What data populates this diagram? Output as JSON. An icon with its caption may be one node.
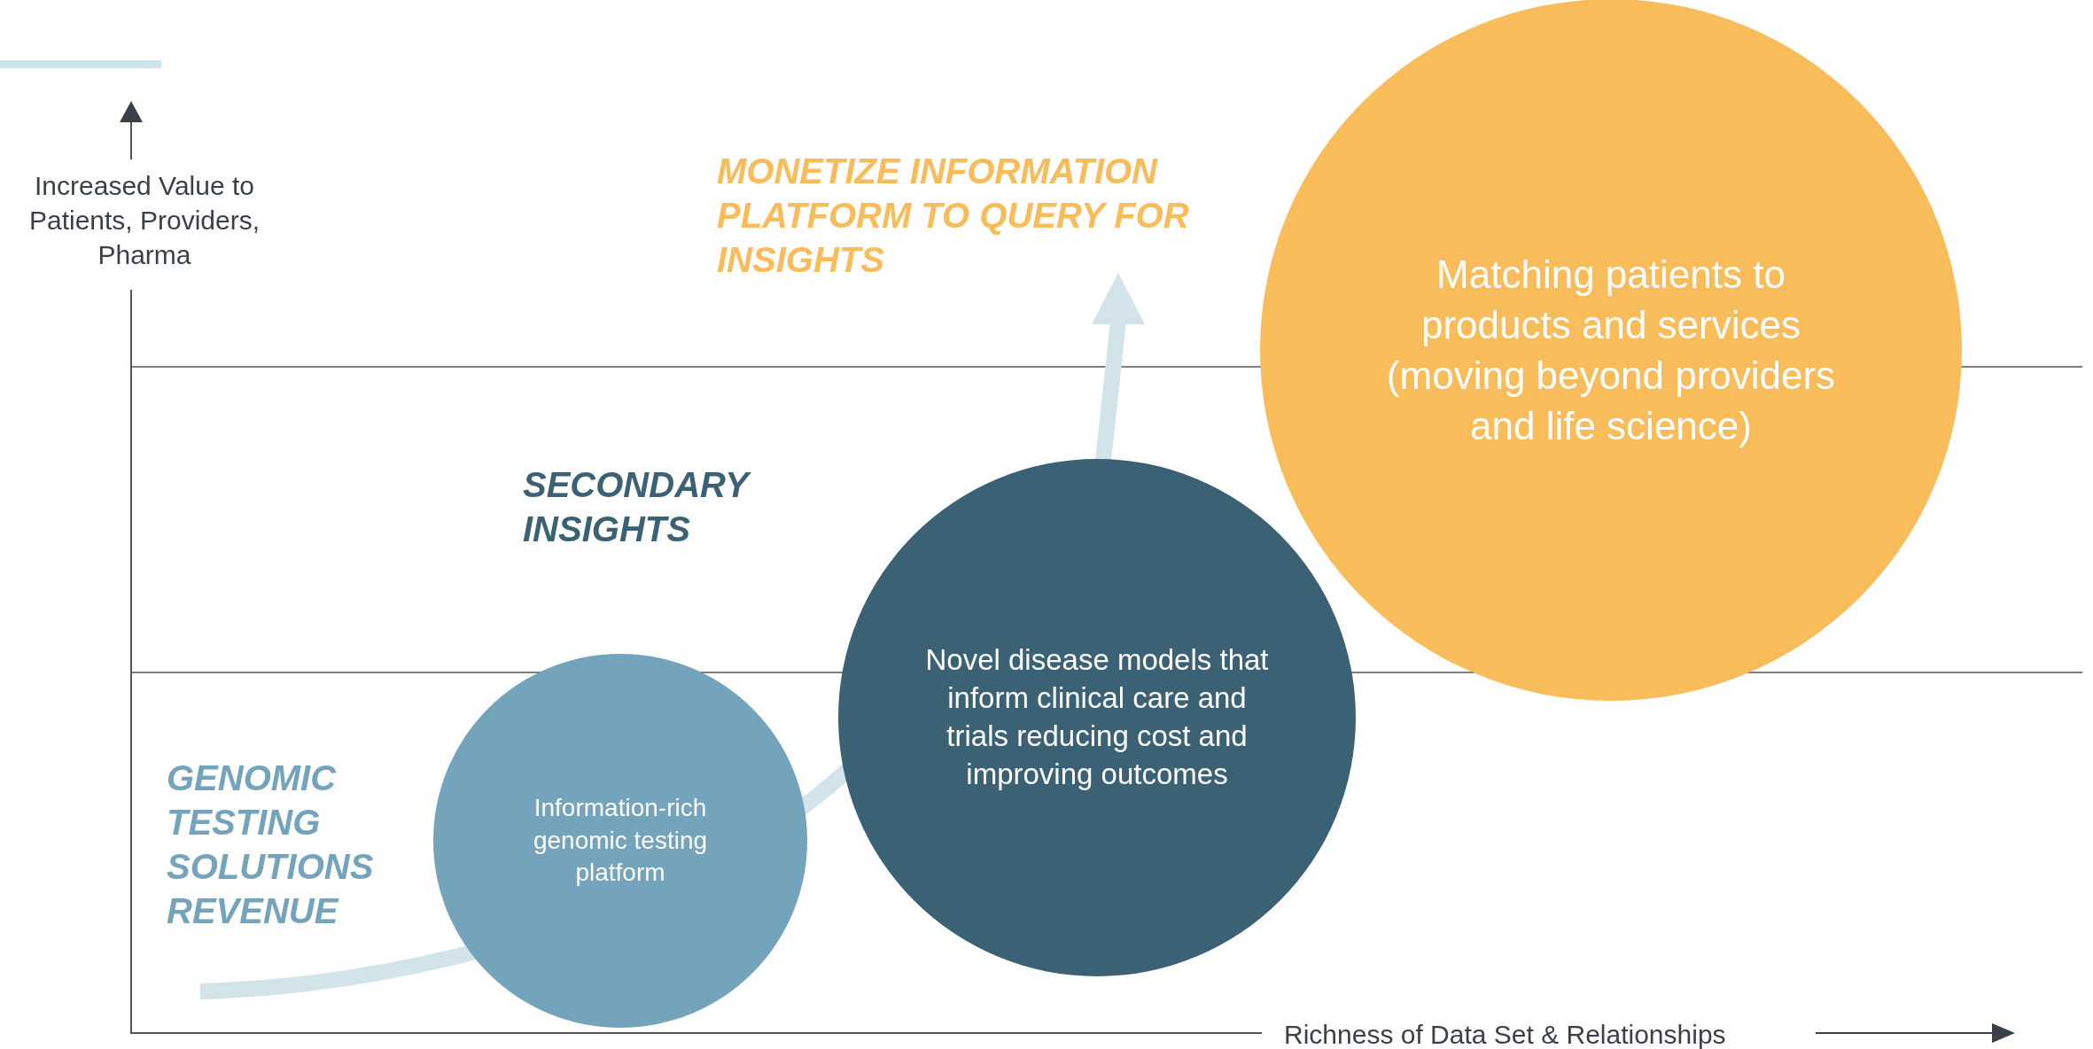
{
  "diagram": {
    "nodes": [
      {
        "text": [
          "Information-rich genomic testing platform"
        ]
      },
      {
        "text": [
          "Novel disease models that inform clinical care and trials reducing cost and improving outcomes"
        ]
      },
      {
        "text": [
          "Matching patients to products and services (moving beyond providers and life science)"
        ]
      }
    ],
    "edges": [],
    "labels": [
      "Increased Value to Patients, Providers, Pharma",
      "MONETIZE INFORMATION PLATFORM TO QUERY FOR INSIGHTS",
      "SECONDARY INSIGHTS",
      "GENOMIC TESTING SOLUTIONS REVENUE",
      "Richness of Data Set & Relationships"
    ]
  }
}
